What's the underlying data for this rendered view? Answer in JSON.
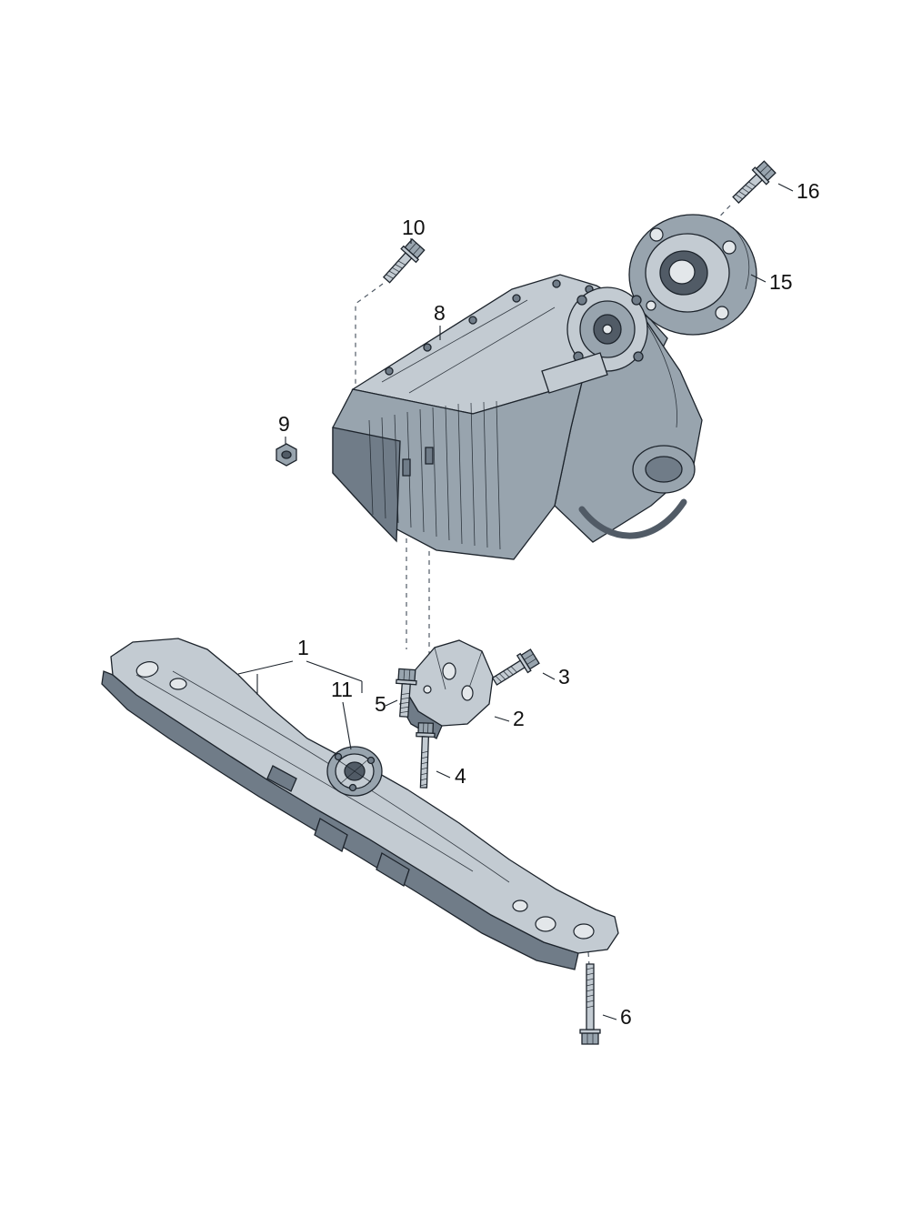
{
  "labels": {
    "n1": "1",
    "n2": "2",
    "n3": "3",
    "n4": "4",
    "n5": "5",
    "n6": "6",
    "n8": "8",
    "n9": "9",
    "n10": "10",
    "n11": "11",
    "n15": "15",
    "n16": "16"
  },
  "colors": {
    "background": "#ffffff",
    "line": "#1d242c",
    "part_light": "#c3cbd2",
    "part_mid": "#98a4ae",
    "part_dark": "#707c88",
    "part_darker": "#515b66",
    "hole": "#e3e7ea",
    "label_text": "#111111"
  }
}
